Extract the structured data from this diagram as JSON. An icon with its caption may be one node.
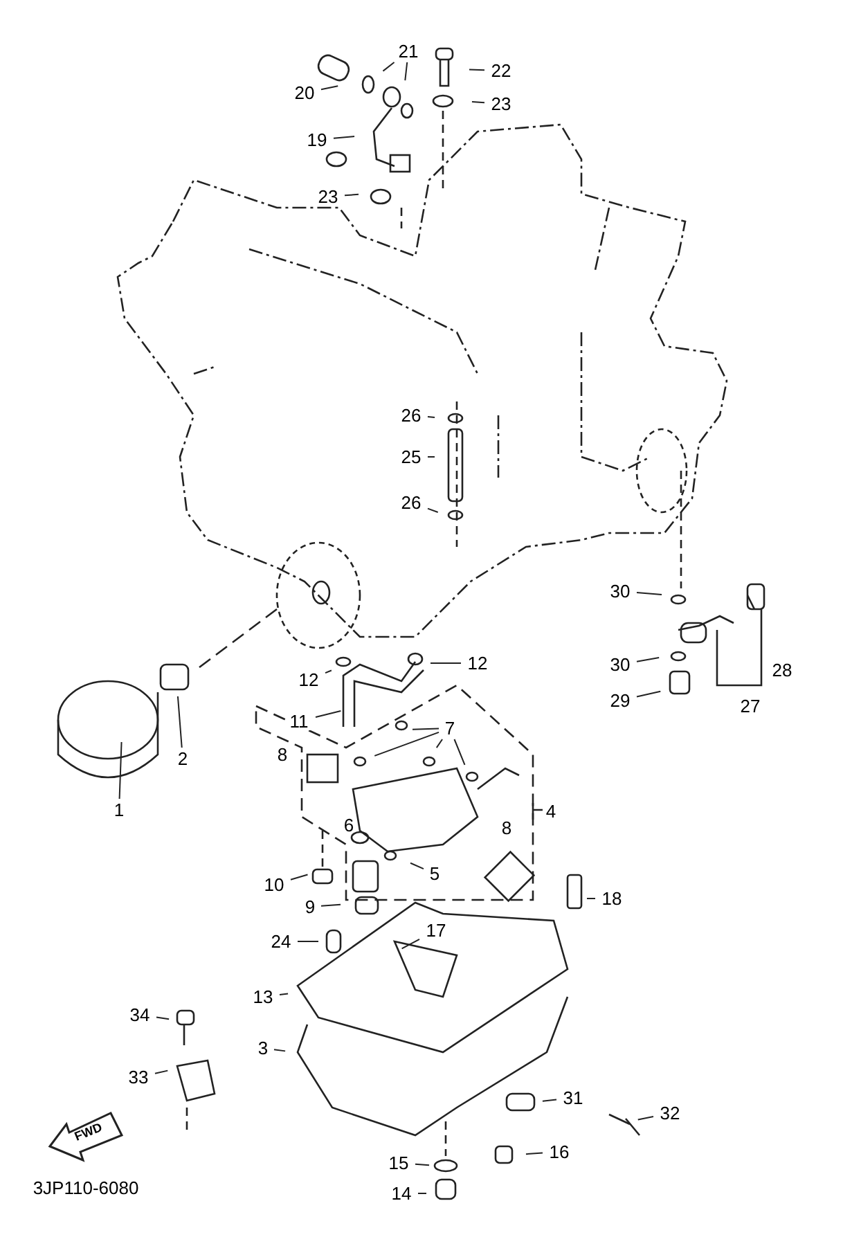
{
  "diagram": {
    "nodes": [
      {
        "text": [
          "21"
        ]
      },
      {
        "text": [
          "22"
        ]
      },
      {
        "text": [
          "20"
        ]
      },
      {
        "text": [
          "23"
        ]
      },
      {
        "text": [
          "19"
        ]
      },
      {
        "text": [
          "23"
        ]
      },
      {
        "text": [
          "26"
        ]
      },
      {
        "text": [
          "25"
        ]
      },
      {
        "text": [
          "26"
        ]
      },
      {
        "text": [
          "30"
        ]
      },
      {
        "text": [
          "12"
        ]
      },
      {
        "text": [
          "12"
        ]
      },
      {
        "text": [
          "30"
        ]
      },
      {
        "text": [
          "29"
        ]
      },
      {
        "text": [
          "11"
        ]
      },
      {
        "text": [
          "2"
        ]
      },
      {
        "text": [
          "7"
        ]
      },
      {
        "text": [
          "1"
        ]
      },
      {
        "text": [
          "5"
        ]
      },
      {
        "text": [
          "10"
        ]
      },
      {
        "text": [
          "18"
        ]
      },
      {
        "text": [
          "9"
        ]
      },
      {
        "text": [
          "17"
        ]
      },
      {
        "text": [
          "24"
        ]
      },
      {
        "text": [
          "13"
        ]
      },
      {
        "text": [
          "34"
        ]
      },
      {
        "text": [
          "33"
        ]
      },
      {
        "text": [
          "3"
        ]
      },
      {
        "text": [
          "31"
        ]
      },
      {
        "text": [
          "32"
        ]
      },
      {
        "text": [
          "16"
        ]
      },
      {
        "text": [
          "15"
        ]
      },
      {
        "text": [
          "14"
        ]
      }
    ],
    "edges": [
      {
        "from": 0,
        "to": null,
        "arrow": "none"
      },
      {
        "from": 0,
        "to": null,
        "arrow": "none"
      },
      {
        "from": 1,
        "to": null,
        "arrow": "none"
      },
      {
        "from": 2,
        "to": null,
        "arrow": "none"
      },
      {
        "from": 3,
        "to": null,
        "arrow": "none"
      },
      {
        "from": 4,
        "to": null,
        "arrow": "none"
      },
      {
        "from": 5,
        "to": null,
        "arrow": "none"
      },
      {
        "from": 6,
        "to": null,
        "arrow": "none"
      },
      {
        "from": 7,
        "to": null,
        "arrow": "none"
      },
      {
        "from": 8,
        "to": null,
        "arrow": "none"
      },
      {
        "from": 9,
        "to": null,
        "arrow": "none"
      },
      {
        "from": 10,
        "to": null,
        "arrow": "none"
      },
      {
        "from": 11,
        "to": null,
        "arrow": "none"
      },
      {
        "from": 12,
        "to": null,
        "arrow": "none"
      },
      {
        "from": 13,
        "to": null,
        "arrow": "none"
      },
      {
        "from": 14,
        "to": null,
        "arrow": "none"
      },
      {
        "from": 15,
        "to": null,
        "arrow": "none"
      },
      {
        "from": 16,
        "to": null,
        "arrow": "none"
      },
      {
        "from": 16,
        "to": null,
        "arrow": "none"
      },
      {
        "from": 16,
        "to": null,
        "arrow": "none"
      },
      {
        "from": 16,
        "to": null,
        "arrow": "none"
      },
      {
        "from": 17,
        "to": null,
        "arrow": "none"
      },
      {
        "from": 18,
        "to": null,
        "arrow": "none"
      },
      {
        "from": 19,
        "to": null,
        "arrow": "none"
      },
      {
        "from": 20,
        "to": null,
        "arrow": "none"
      },
      {
        "from": 21,
        "to": null,
        "arrow": "none"
      },
      {
        "from": 22,
        "to": null,
        "arrow": "none"
      },
      {
        "from": 23,
        "to": null,
        "arrow": "none"
      },
      {
        "from": 24,
        "to": null,
        "arrow": "none"
      },
      {
        "from": 25,
        "to": null,
        "arrow": "none"
      },
      {
        "from": 26,
        "to": null,
        "arrow": "none"
      },
      {
        "from": 27,
        "to": null,
        "arrow": "none"
      },
      {
        "from": 28,
        "to": null,
        "arrow": "none"
      },
      {
        "from": 29,
        "to": null,
        "arrow": "none"
      },
      {
        "from": 30,
        "to": null,
        "arrow": "none"
      },
      {
        "from": 31,
        "to": null,
        "arrow": "none"
      },
      {
        "from": 32,
        "to": null,
        "arrow": "none"
      }
    ],
    "labels": [
      "28",
      "27",
      "8",
      "4",
      "6",
      "8",
      "FWD",
      "3JP110-6080"
    ]
  }
}
